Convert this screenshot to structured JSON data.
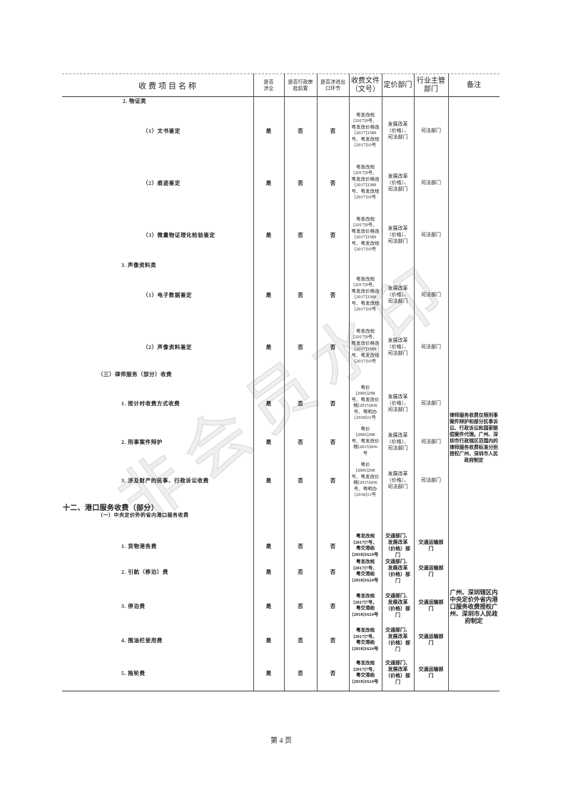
{
  "watermark": "非会员水印",
  "table": {
    "headers": {
      "name": "收费项目名称",
      "involves_enterprise": "是否涉企",
      "admin_approval": "是否行政审批前置",
      "import_export": "是否涉进出口环节",
      "document": "收费文件（文号）",
      "pricing_dept": "定价部门",
      "industry_dept": "行业主管部门",
      "remarks": "备注"
    },
    "rows": [
      {
        "label": "2. 物证类"
      },
      {
        "label": "（1）文书鉴定",
        "enterprise": "是",
        "approval": "否",
        "import_export": "否",
        "document": "粤发改规[2017]9号、粤发改价格函[2017]3389号、粤发改规[2017]10号",
        "pricing_dept": "发展改革（价格）、司法部门",
        "industry_dept": "司法部门"
      },
      {
        "label": "（2）痕迹鉴定",
        "enterprise": "是",
        "approval": "否",
        "import_export": "否",
        "document": "粤发改规[2017]9号、粤发改价格函[2017]3389号、粤发改规[2017]10号",
        "pricing_dept": "发展改革（价格）、司法部门",
        "industry_dept": "司法部门"
      },
      {
        "label": "（3）微量物证理化检验鉴定",
        "enterprise": "是",
        "approval": "否",
        "import_export": "否",
        "document": "粤发改规[2017]9号、粤发改价格函[2017]3389号、粤发改规[2017]10号",
        "pricing_dept": "发展改革（价格）、司法部门",
        "industry_dept": "司法部门"
      },
      {
        "label": "3. 声像资料类"
      },
      {
        "label": "（1）电子数据鉴定",
        "enterprise": "是",
        "approval": "否",
        "import_export": "否",
        "document": "粤发改规[2017]9号、粤发改价格函[2017]3389号、粤发改规[2017]10号",
        "pricing_dept": "发展改革（价格）、司法部门",
        "industry_dept": "司法部门"
      },
      {
        "label": "（2）声像资料鉴定",
        "enterprise": "是",
        "approval": "否",
        "import_export": "否",
        "document": "粤发改规[2017]9号、粤发改价格函[2017]3389号、粤发改规[2017]10号",
        "pricing_dept": "发展改革（价格）、司法部门",
        "industry_dept": "司法部门"
      },
      {
        "label": "（三）律师服务（部分）收费"
      },
      {
        "label": "1. 按计时收费方式收费",
        "enterprise": "是",
        "approval": "否",
        "import_export": "否",
        "document": "粤价[2006]298号、粤发改价格[2015]436号、粤明办[2018]11号",
        "pricing_dept": "发展改革（价格）、司法部门",
        "industry_dept": "司法部门"
      },
      {
        "label": "2. 刑事案件辩护",
        "enterprise": "是",
        "approval": "否",
        "import_export": "否",
        "document": "粤价[2006]298号、粤发改价格[2015]436号",
        "pricing_dept": "发展改革（价格）、司法部门",
        "industry_dept": "司法部门"
      },
      {
        "label": "3. 涉及财产的民事、行政诉讼收费",
        "enterprise": "是",
        "approval": "否",
        "import_export": "否",
        "document": "粤价[2006]298号、粤发改价格[2015]436号、粤明办[2018]11号",
        "pricing_dept": "发展改革（价格）、司法部门",
        "industry_dept": "司法部门"
      },
      {
        "label": "十二、港口服务收费（部分）"
      },
      {
        "label": "（一）中央定价外的省内港口服务收费"
      },
      {
        "label": "1. 货物港务费",
        "enterprise": "是",
        "approval": "否",
        "import_export": "否",
        "document": "粤发改规[2017]7号、粤交港函[2018]1624号",
        "pricing_dept": "交通部门、发展改革（价格）部门",
        "industry_dept": "交通运输部门"
      },
      {
        "label": "2. 引航（移泊）费",
        "enterprise": "是",
        "approval": "否",
        "import_export": "否",
        "document": "粤发改规[2017]7号、粤交港函[2018]1624号",
        "pricing_dept": "交通部门、发展改革（价格）部门",
        "industry_dept": "交通运输部门"
      },
      {
        "label": "3. 停泊费",
        "enterprise": "是",
        "approval": "否",
        "import_export": "否",
        "document": "粤发改规[2017]7号、粤交港函[2018]1624号",
        "pricing_dept": "交通部门、发展改革（价格）部门",
        "industry_dept": "交通运输部门"
      },
      {
        "label": "4. 围油栏使用费",
        "enterprise": "是",
        "approval": "否",
        "import_export": "否",
        "document": "粤发改规[2017]7号、粤交港函[2018]1624号",
        "pricing_dept": "交通部门、发展改革（价格）部门",
        "industry_dept": "交通运输部门"
      },
      {
        "label": "5. 拖轮费",
        "enterprise": "是",
        "approval": "否",
        "import_export": "否",
        "document": "粤发改规[2017]7号、粤交港函[2018]1624号",
        "pricing_dept": "交通部门、发展改革（价格）部门",
        "industry_dept": "交通运输部门"
      }
    ],
    "remarks": {
      "lawyer_service": "律师服务收费仅限刑事案件辩护和部分民事诉讼、行政诉讼和国家赔偿案件代理。广州、深圳市行政辖区范围内的律师服务收费标准分别授权广州、深圳市人民政府制定",
      "port_service": "广州、深圳辖区内中央定价外省内港口服务收费授权广州、深圳市人民政府制定"
    }
  },
  "footer": {
    "page_number": "第 4 页"
  }
}
